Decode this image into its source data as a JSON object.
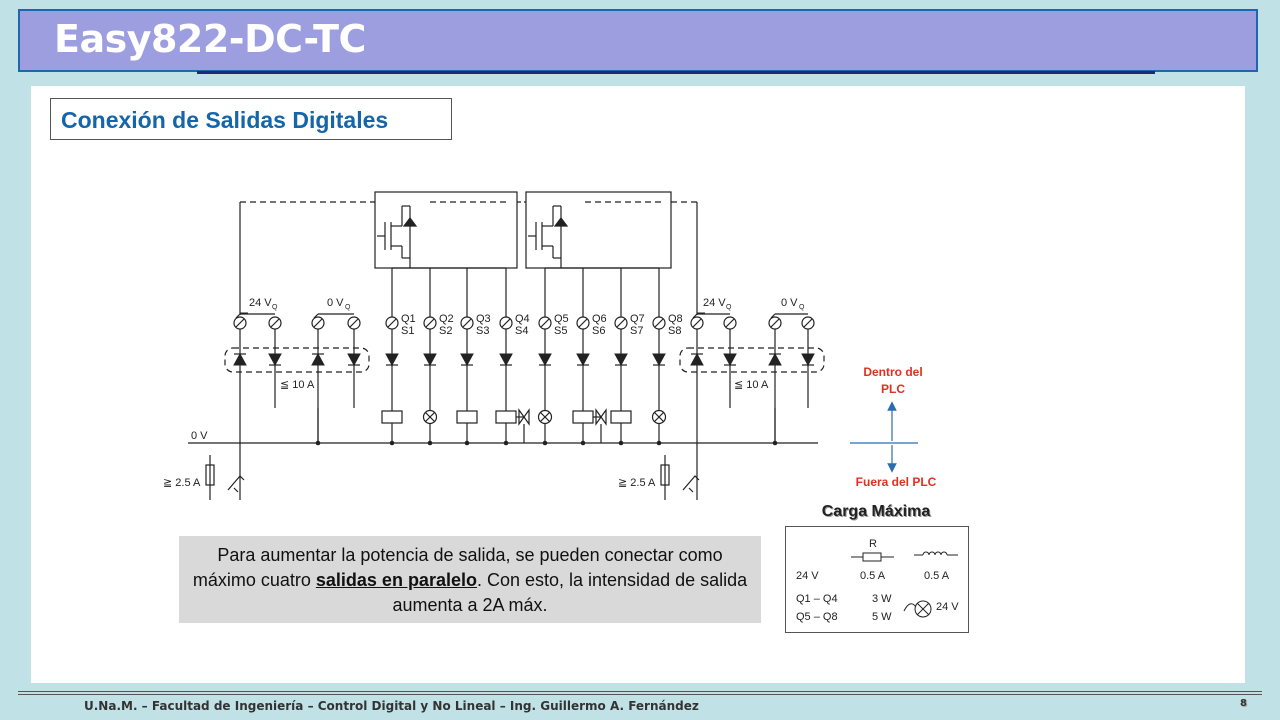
{
  "header": {
    "title": "Easy822-DC-TC"
  },
  "section": {
    "subtitle": "Conexión de Salidas Digitales"
  },
  "diagram": {
    "supply_pos_label": "24 V",
    "supply_neg_label": "0 V",
    "supply_subscript": "Q",
    "current_limit_label": "≦ 10 A",
    "fuse_label": "≧ 2.5 A",
    "zero_bus_label": "0 V",
    "outputs": [
      {
        "q": "Q1",
        "s": "S1"
      },
      {
        "q": "Q2",
        "s": "S2"
      },
      {
        "q": "Q3",
        "s": "S3"
      },
      {
        "q": "Q4",
        "s": "S4"
      },
      {
        "q": "Q5",
        "s": "S5"
      },
      {
        "q": "Q6",
        "s": "S6"
      },
      {
        "q": "Q7",
        "s": "S7"
      },
      {
        "q": "Q8",
        "s": "S8"
      }
    ]
  },
  "legend": {
    "inside": "Dentro del PLC",
    "outside": "Fuera del PLC"
  },
  "note": {
    "before": "Para aumentar la potencia de salida, se pueden conectar como máximo cuatro ",
    "emphasis": "salidas en paralelo",
    "after": ". Con esto, la intensidad de salida aumenta a 2A máx."
  },
  "max_load": {
    "title": "Carga Máxima",
    "resistor_label": "R",
    "voltage_label": "24 V",
    "resistive_current": "0.5 A",
    "inductive_current": "0.5 A",
    "range1": "Q1 – Q4",
    "range2": "Q5 – Q8",
    "lamp_power1": "3 W",
    "lamp_power2": "5 W",
    "lamp_voltage": "24 V"
  },
  "footer": {
    "text": "U.Na.M. – Facultad de Ingeniería – Control Digital y No Lineal – Ing. Guillermo A. Fernández",
    "page": "8"
  }
}
